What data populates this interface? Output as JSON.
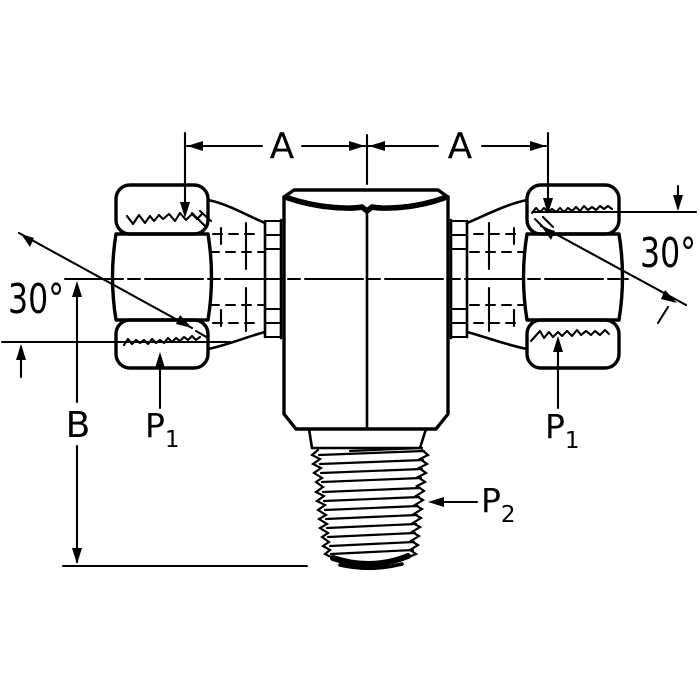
{
  "drawing": {
    "background": "#ffffff",
    "ink": "#000000",
    "dimensions": {
      "a_left": "A",
      "a_right": "A",
      "b": "B"
    },
    "angles": {
      "left": "30°",
      "right": "30°"
    },
    "ports": {
      "p1_left": {
        "letter": "P",
        "sub": "1"
      },
      "p1_right": {
        "letter": "P",
        "sub": "1"
      },
      "p2": {
        "letter": "P",
        "sub": "2"
      }
    }
  }
}
